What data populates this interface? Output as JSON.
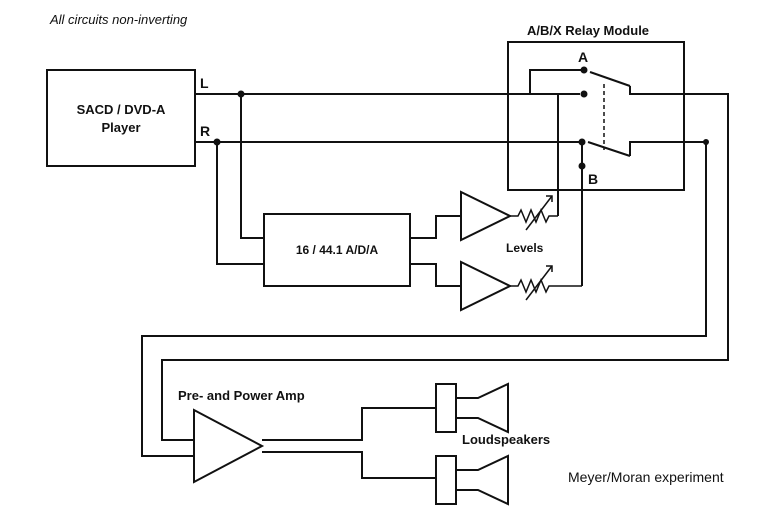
{
  "note": "All circuits non-inverting",
  "credit": "Meyer/Moran experiment",
  "player": {
    "line1": "SACD / DVD-A",
    "line2": "Player"
  },
  "channels": {
    "left": "L",
    "right": "R"
  },
  "relay": {
    "title": "A/B/X Relay Module",
    "input_a": "A",
    "input_b": "B"
  },
  "converter": {
    "label": "16 / 44.1 A/D/A"
  },
  "levels": {
    "label": "Levels"
  },
  "amp": {
    "label": "Pre- and Power Amp"
  },
  "speakers": {
    "label": "Loudspeakers"
  }
}
